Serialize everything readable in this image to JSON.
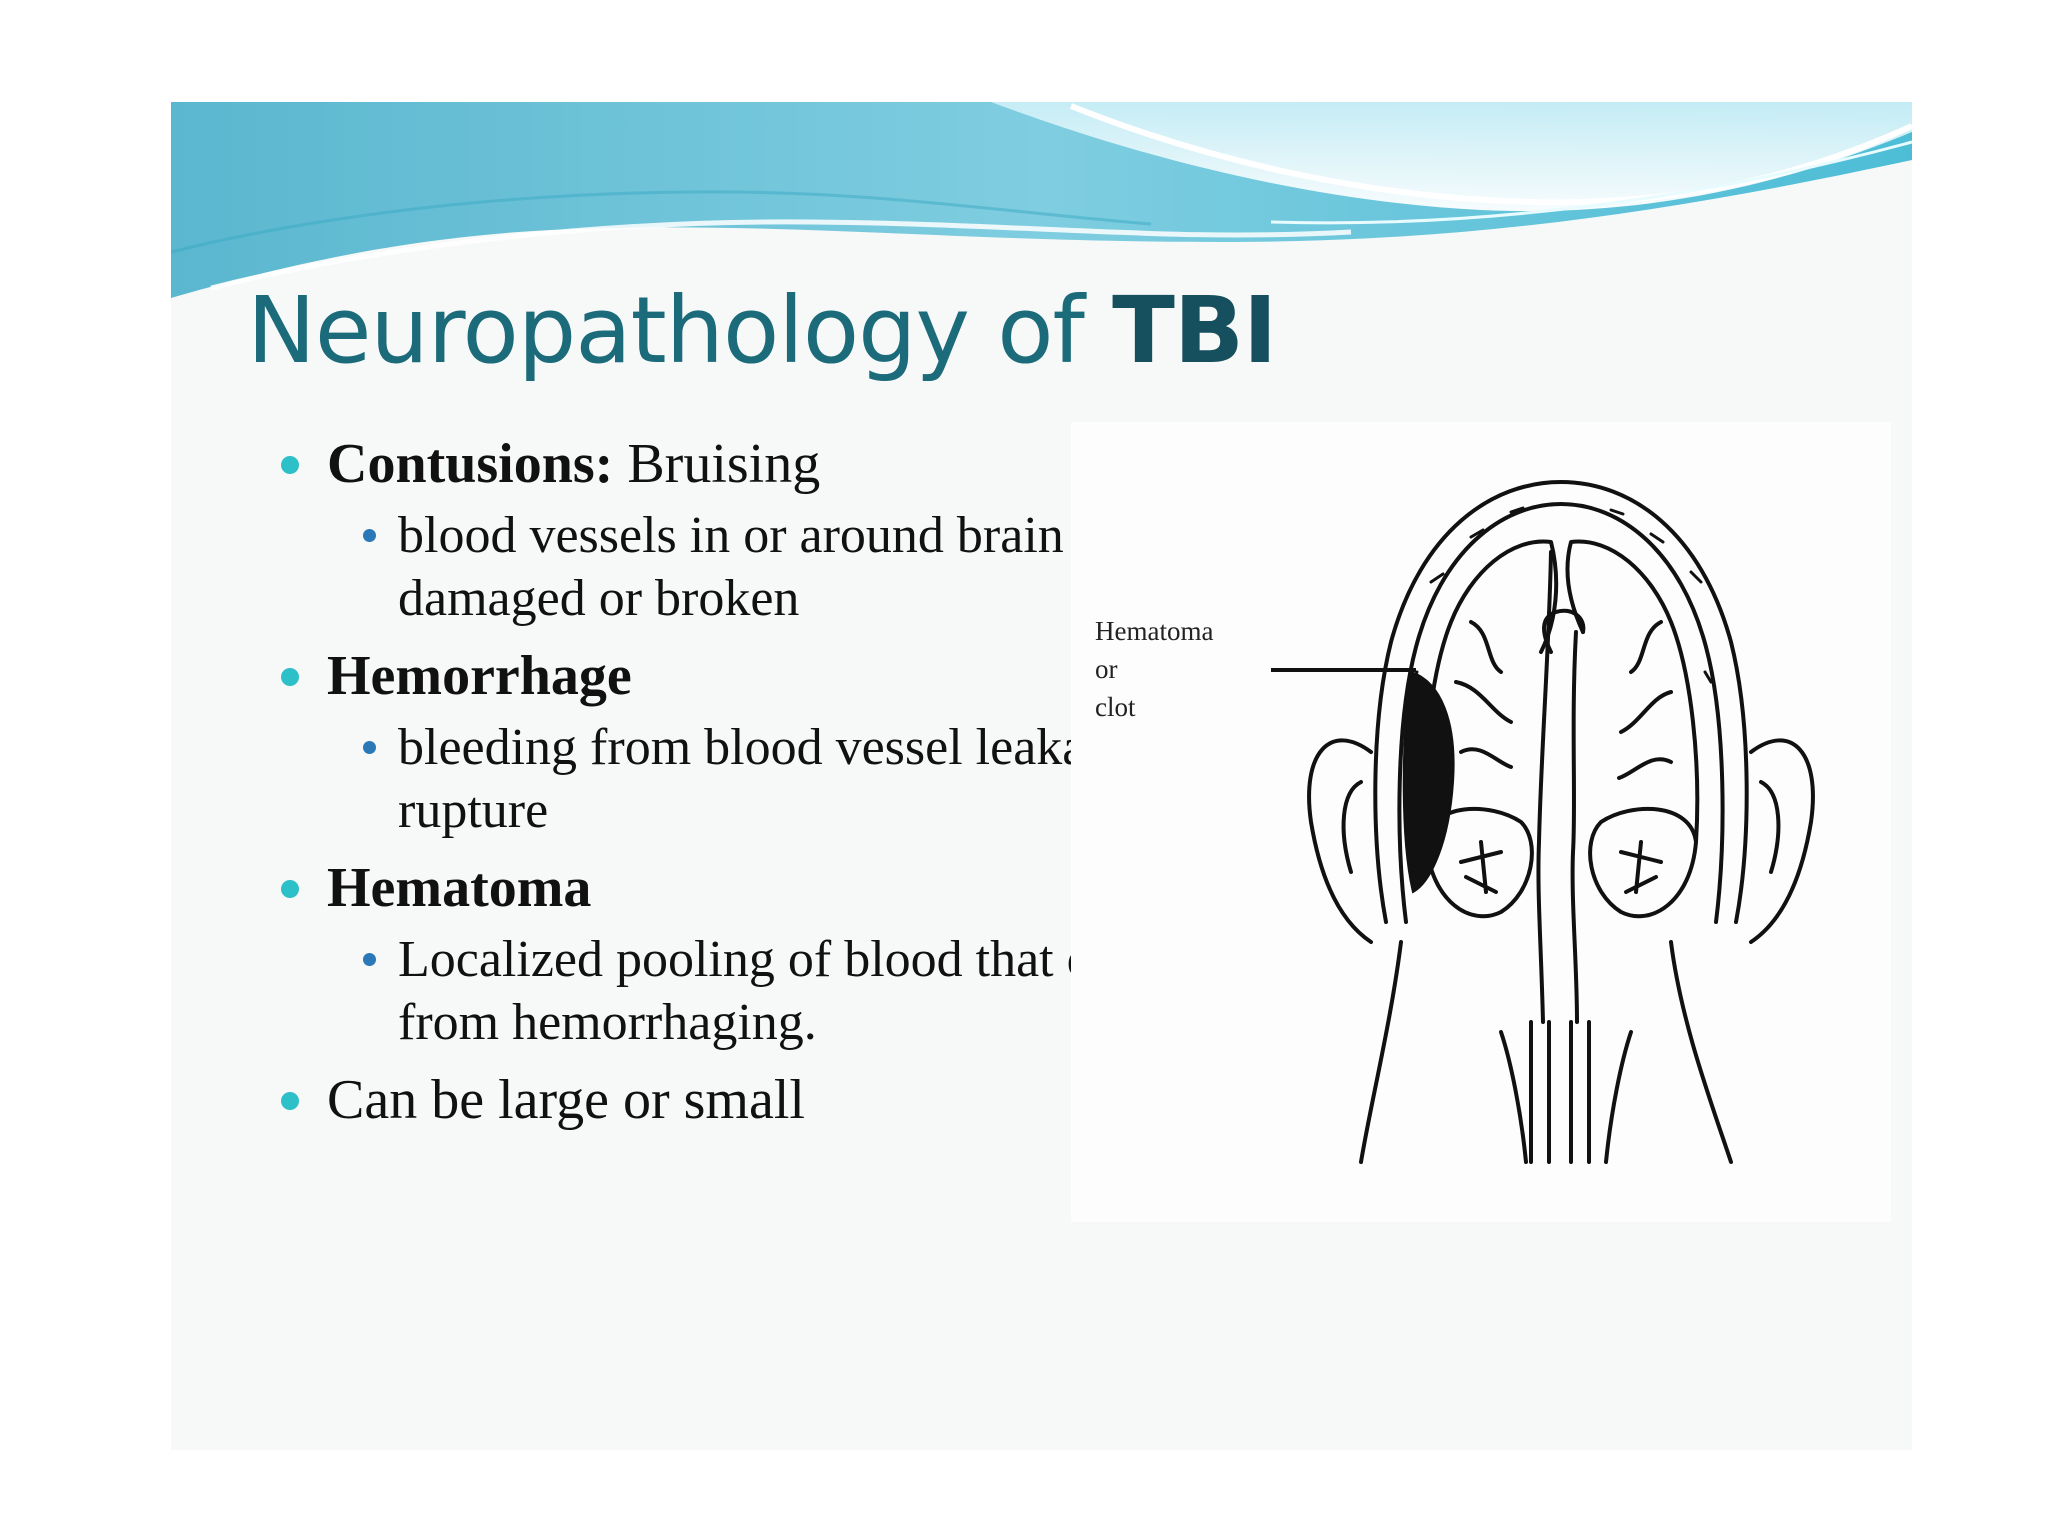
{
  "slide": {
    "title_regular": "Neuropathology of ",
    "title_bold": "TBI",
    "bullets": [
      {
        "term": "Contusions:",
        "text": " Bruising",
        "sub": [
          "blood vessels in or around brain are damaged or broken"
        ]
      },
      {
        "term": "Hemorrhage",
        "text": "",
        "sub": [
          "bleeding from blood vessel leakage rupture"
        ]
      },
      {
        "term": "Hematoma",
        "text": "",
        "sub": [
          "Localized pooling of blood that occurs from hemorrhaging."
        ]
      },
      {
        "term": "",
        "text": "Can be large or small",
        "sub": []
      }
    ],
    "figure": {
      "label": "Hematoma\nor\nclot",
      "icon": "brain-cross-section-illustration"
    },
    "colors": {
      "title": "#1b6b7a",
      "bullet": "#2ec0c8",
      "sub_bullet": "#2a78b8",
      "banner": "#5cc3d9"
    }
  }
}
